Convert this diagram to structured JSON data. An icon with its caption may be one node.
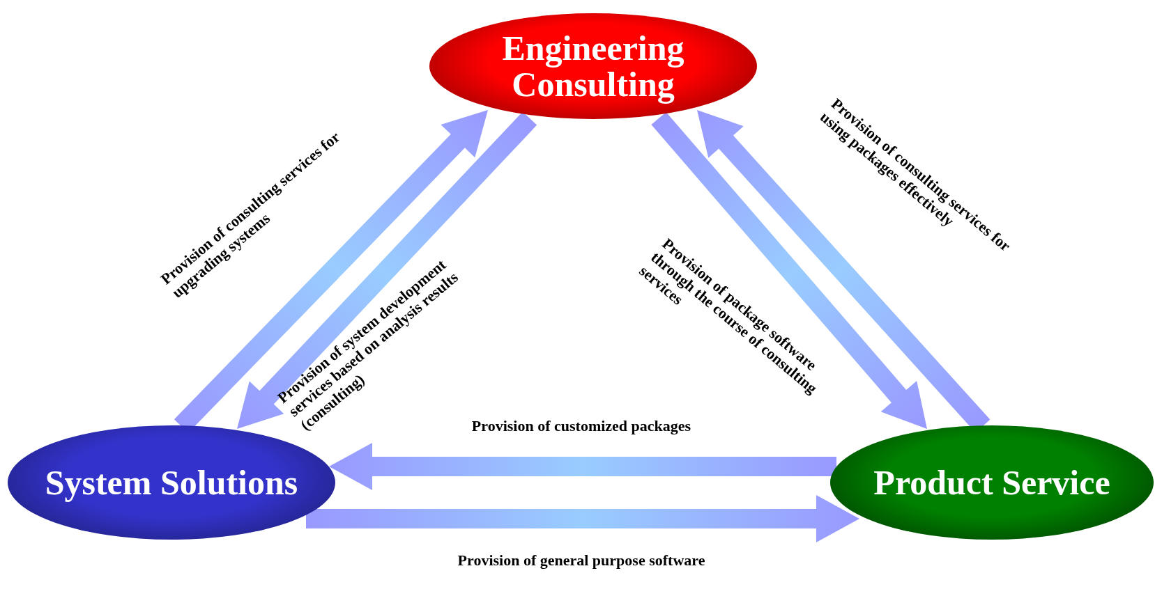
{
  "diagram": {
    "nodes": [
      {
        "text": [
          "Engineering Consulting"
        ]
      },
      {
        "text": [
          "System Solutions"
        ]
      },
      {
        "text": [
          "Product Service"
        ]
      }
    ],
    "edges": [
      {
        "from": 1,
        "to": 0,
        "arrow": "to",
        "label": "Provision of consulting services for upgrading systems"
      },
      {
        "from": 0,
        "to": 1,
        "arrow": "to",
        "label": "Provision of system development services based on analysis results (consulting)"
      },
      {
        "from": 0,
        "to": 2,
        "arrow": "to",
        "label": "Provision of package software through the course of consulting services"
      },
      {
        "from": 2,
        "to": 0,
        "arrow": "to",
        "label": "Provision of consulting services for using packages effectively"
      },
      {
        "from": 2,
        "to": 1,
        "arrow": "to",
        "label": "Provision of customized packages"
      },
      {
        "from": 1,
        "to": 2,
        "arrow": "to",
        "label": "Provision of general purpose software"
      }
    ]
  }
}
